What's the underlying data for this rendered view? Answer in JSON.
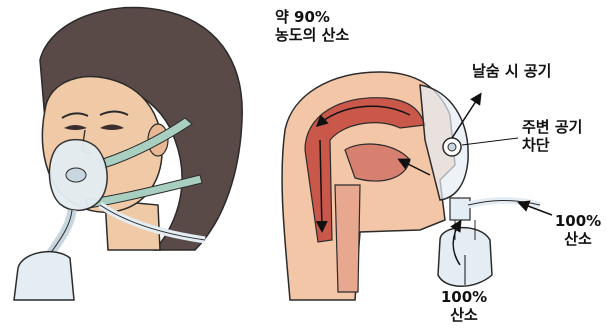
{
  "labels": {
    "oxygen_concentration_line1": "약 90%",
    "oxygen_concentration_line2": "농도의 산소",
    "exhaled_air": "날숨 시 공기",
    "ambient_block_line1": "주변 공기",
    "ambient_block_line2": "차단",
    "oxygen_right_line1": "100%",
    "oxygen_right_line2": "산소",
    "oxygen_bottom_line1": "100%",
    "oxygen_bottom_line2": "산소"
  },
  "colors": {
    "skin": "#f0c9a6",
    "hair": "#5a4a47",
    "strap": "#a8cfbf",
    "mask": "#e4edf3",
    "airway_outer": "#f3c6a8",
    "airway_inner": "#c9584b",
    "outline": "#2b2b2b"
  }
}
